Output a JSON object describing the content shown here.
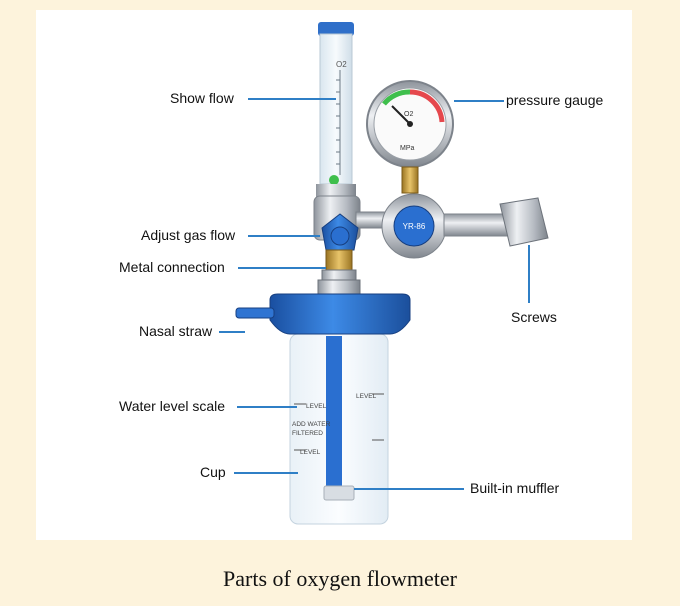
{
  "labels": {
    "show_flow": "Show flow",
    "adjust_gas_flow": "Adjust gas flow",
    "metal_connection": "Metal connection",
    "nasal_straw": "Nasal straw",
    "water_level_scale": "Water level scale",
    "cup": "Cup",
    "pressure_gauge": "pressure gauge",
    "screws": "Screws",
    "built_in_muffler": "Built-in muffler"
  },
  "caption": "Parts of oxygen flowmeter",
  "device_text": {
    "gauge_badge": "YR-86",
    "gauge_o2": "O2",
    "gauge_unit": "MPa",
    "flow_tube_o2": "O2",
    "cup_level_left": "LEVEL",
    "cup_add_water": "ADD WATER",
    "cup_filtered": "FILTERED",
    "cup_level_left_low": "LEVEL",
    "cup_level_right": "LEVEL"
  },
  "colors": {
    "background": "#fdf3dc",
    "panel": "#ffffff",
    "leader_line": "#2f7fc6",
    "blue_plastic": "#2a6fd0",
    "brass": "#c9a24a",
    "chrome": "#c8ccd2"
  }
}
